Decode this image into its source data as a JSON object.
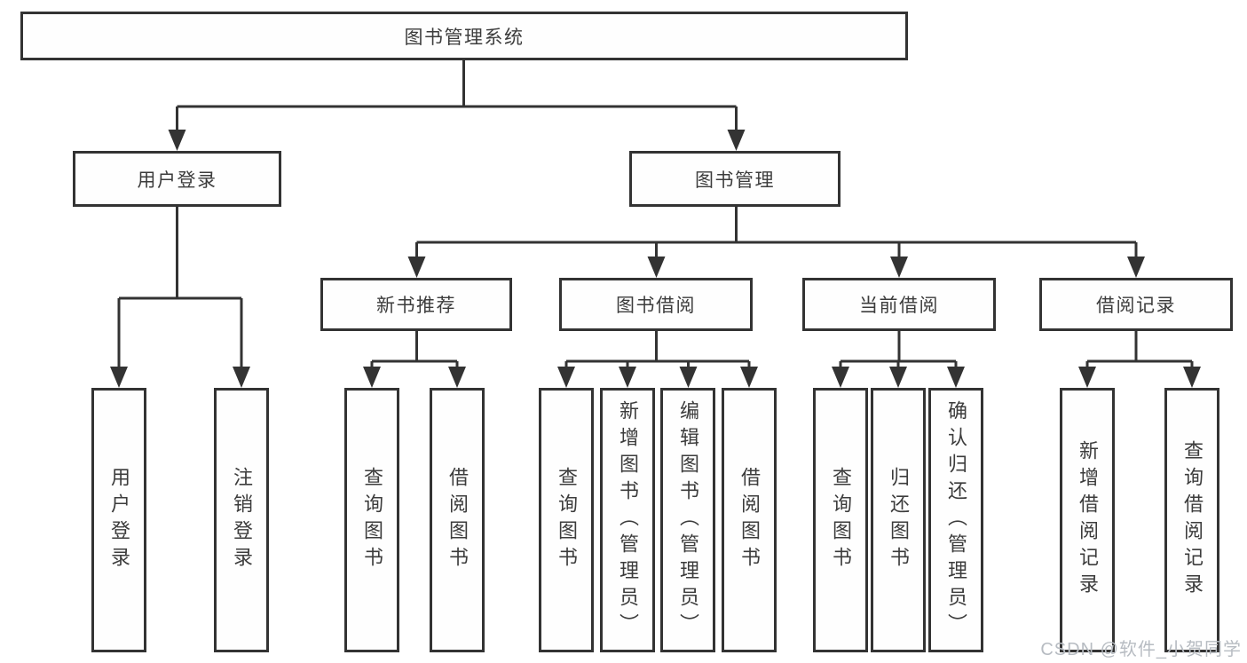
{
  "colors": {
    "line": "#333333",
    "box_border": "#333333",
    "text": "#3c3c3c",
    "background": "#ffffff",
    "watermark": "#b7bcc2"
  },
  "diagram": {
    "root": {
      "label": "图书管理系统"
    },
    "branches": [
      {
        "label": "用户登录",
        "children": [
          {
            "label": "用户登录"
          },
          {
            "label": "注销登录"
          }
        ]
      },
      {
        "label": "图书管理",
        "children": [
          {
            "label": "新书推荐",
            "children": [
              {
                "label": "查询图书"
              },
              {
                "label": "借阅图书"
              }
            ]
          },
          {
            "label": "图书借阅",
            "children": [
              {
                "label": "查询图书"
              },
              {
                "label": "新增图书（管理员）"
              },
              {
                "label": "编辑图书（管理员）"
              },
              {
                "label": "借阅图书"
              }
            ]
          },
          {
            "label": "当前借阅",
            "children": [
              {
                "label": "查询图书"
              },
              {
                "label": "归还图书"
              },
              {
                "label": "确认归还（管理员）"
              }
            ]
          },
          {
            "label": "借阅记录",
            "children": [
              {
                "label": "新增借阅记录"
              },
              {
                "label": "查询借阅记录"
              }
            ]
          }
        ]
      }
    ]
  },
  "watermark": "CSDN @软件_小贺同学"
}
